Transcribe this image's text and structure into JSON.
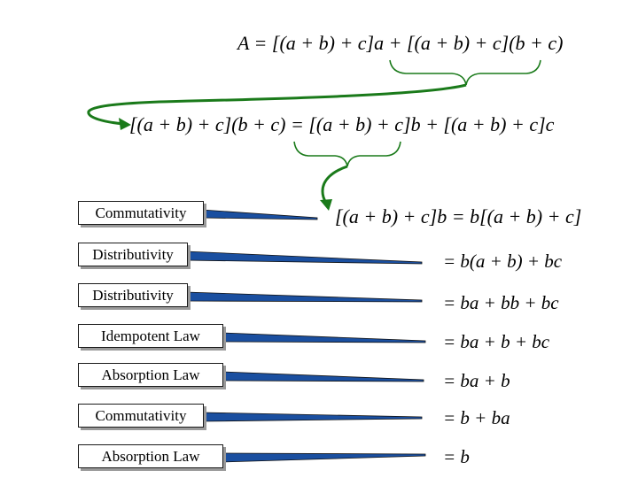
{
  "equations": {
    "e1": "A = [(a + b) + c]a + [(a + b) + c](b + c)",
    "e2": "[(a + b) + c](b + c) = [(a + b) + c]b + [(a + b) + c]c",
    "e3": "[(a + b) + c]b = b[(a + b) + c]",
    "e4": "= b(a + b) + bc",
    "e5": "= ba + bb + bc",
    "e6": "= ba + b + bc",
    "e7": "= ba + b",
    "e8": "= b + ba",
    "e9": "= b"
  },
  "labels": {
    "l1": "Commutativity",
    "l2": "Distributivity",
    "l3": "Distributivity",
    "l4": "Idempotent Law",
    "l5": "Absorption Law",
    "l6": "Commutativity",
    "l7": "Absorption Law"
  },
  "colors": {
    "arrow": "#1a7a1a",
    "line_fill": "#1a4fa0",
    "box_shadow": "#9a9a9a"
  }
}
